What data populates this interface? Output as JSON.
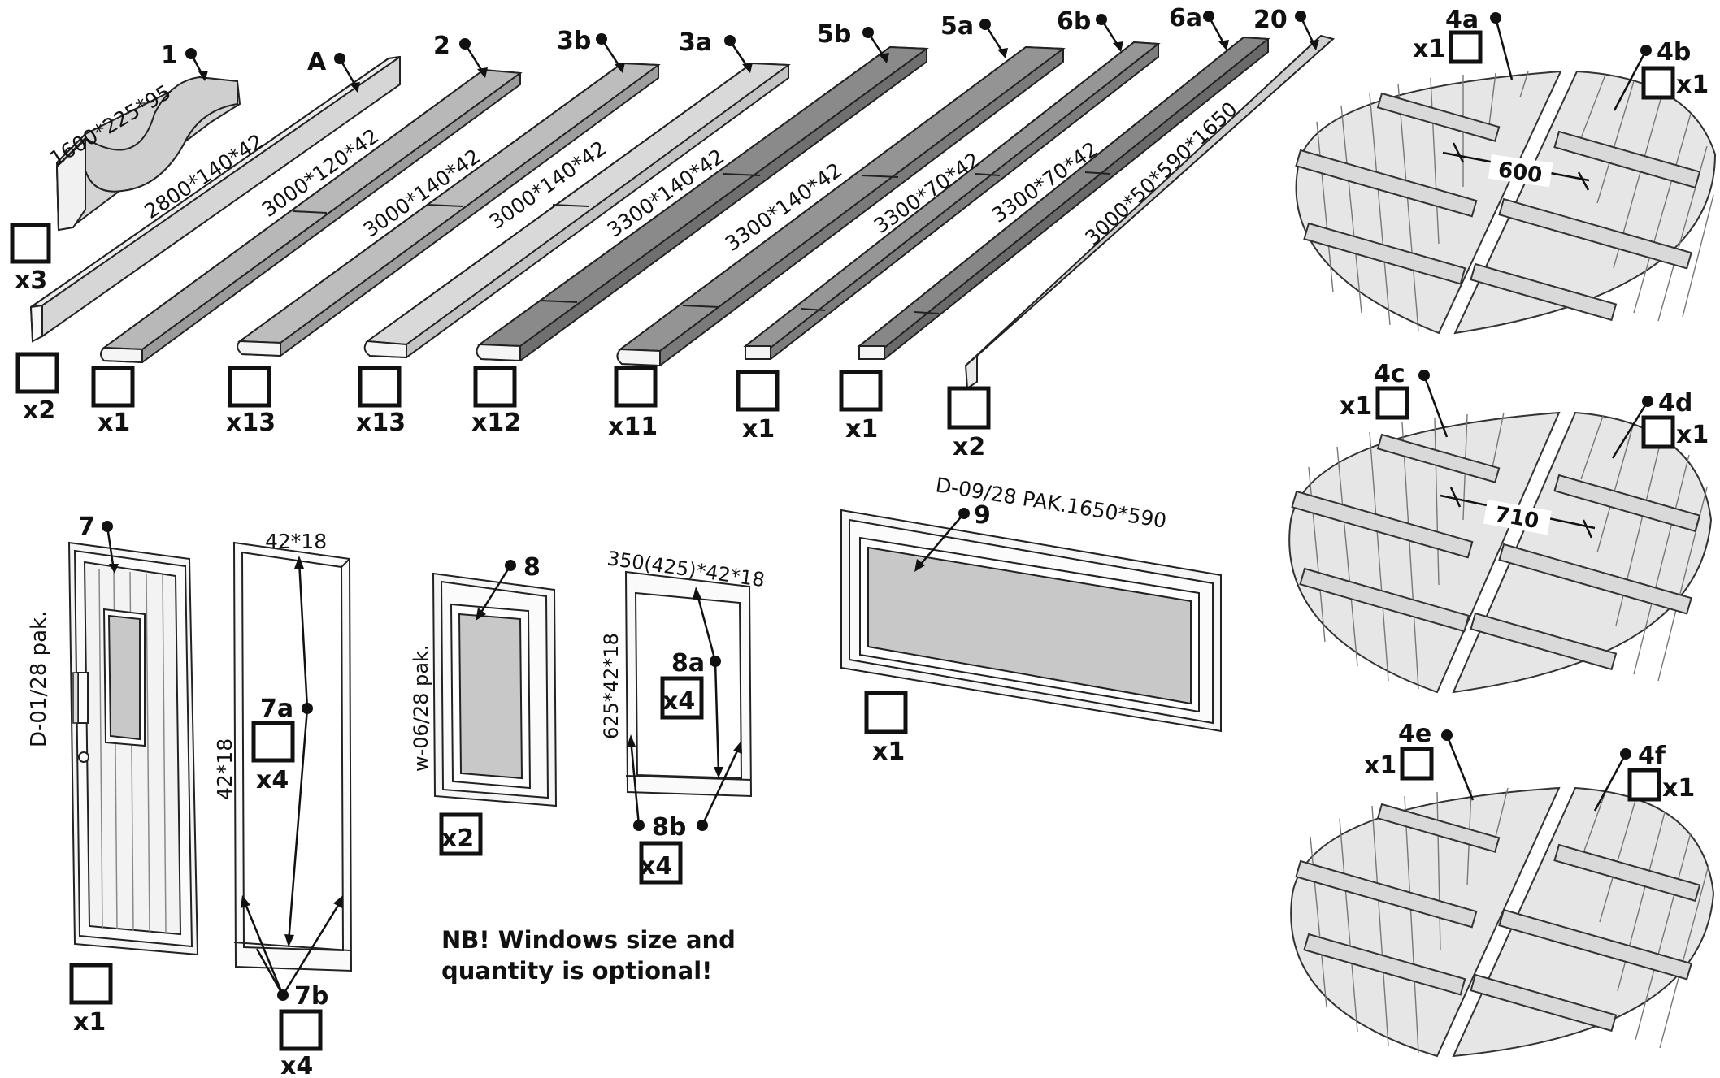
{
  "parts": {
    "p1": {
      "label": "1",
      "dims": "1600*225*95",
      "qty": "x3"
    },
    "pA": {
      "label": "A",
      "dims": "2800*140*42",
      "qty": "x2"
    },
    "p2": {
      "label": "2",
      "dims": "3000*120*42",
      "qty": "x1"
    },
    "p3b": {
      "label": "3b",
      "dims": "3000*140*42",
      "qty": "x13"
    },
    "p3a": {
      "label": "3a",
      "dims": "3000*140*42",
      "qty": "x13"
    },
    "p5b": {
      "label": "5b",
      "dims": "3300*140*42",
      "qty": "x12"
    },
    "p5a": {
      "label": "5a",
      "dims": "3300*140*42",
      "qty": "x11"
    },
    "p6b": {
      "label": "6b",
      "dims": "3300*70*42",
      "qty": "x1"
    },
    "p6a": {
      "label": "6a",
      "dims": "3300*70*42",
      "qty": "x1"
    },
    "p20": {
      "label": "20",
      "dims": "3000*50*590*1650",
      "qty": "x2"
    }
  },
  "roofs": {
    "top": {
      "left_label": "4a",
      "left_qty": "x1",
      "right_label": "4b",
      "right_qty": "x1",
      "dim": "600"
    },
    "middle": {
      "left_label": "4c",
      "left_qty": "x1",
      "right_label": "4d",
      "right_qty": "x1",
      "dim": "710"
    },
    "bottom": {
      "left_label": "4e",
      "left_qty": "x1",
      "right_label": "4f",
      "right_qty": "x1"
    }
  },
  "door": {
    "label": "7",
    "model": "D-01/28 pak.",
    "qty": "x1"
  },
  "door_trim": {
    "top_dim": "42*18",
    "side_dim": "42*18",
    "label_a": "7a",
    "qty_a": "x4",
    "label_b": "7b",
    "qty_b": "x4"
  },
  "window_small": {
    "label": "8",
    "model": "w-06/28 pak.",
    "qty": "x2"
  },
  "window_trim": {
    "top_dim": "350(425)*42*18",
    "side_dim": "625*42*18",
    "label_a": "8a",
    "qty_a": "x4",
    "label_b": "8b",
    "qty_b": "x4"
  },
  "window_large": {
    "label": "9",
    "model": "D-09/28 PAK.1650*590",
    "qty": "x1"
  },
  "note": {
    "line1": "NB! Windows size and",
    "line2": "quantity is optional!"
  }
}
